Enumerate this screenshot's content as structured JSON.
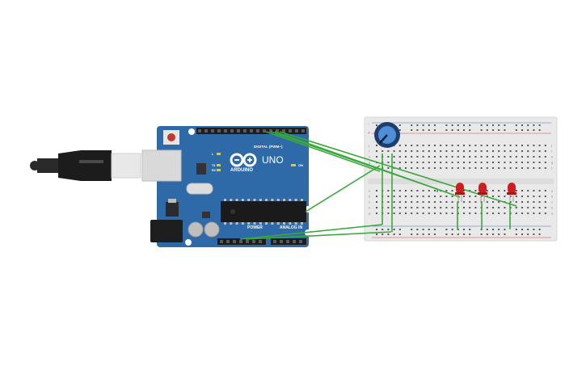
{
  "board": {
    "brand": "ARDUINO",
    "model": "UNO",
    "digital_header_label": "DIGITAL (PWM~)",
    "power_label": "POWER",
    "analog_label": "ANALOG IN",
    "on_label": "ON",
    "tx_label": "TX",
    "rx_label": "RX",
    "l_label": "L",
    "color": "#2e6aa7"
  },
  "breadboard": {
    "columns": 30,
    "row_letters_top": [
      "j",
      "i",
      "h",
      "g",
      "f"
    ],
    "row_letters_bottom": [
      "e",
      "d",
      "c",
      "b",
      "a"
    ],
    "rail_plus": "+",
    "rail_minus": "-"
  },
  "components": {
    "potentiometer": "potentiometer",
    "leds": [
      "LED 1",
      "LED 2",
      "LED 3"
    ],
    "led_color": "#cc1f1f",
    "wire_color": "#3aa83a",
    "usb_cable": "USB cable"
  }
}
